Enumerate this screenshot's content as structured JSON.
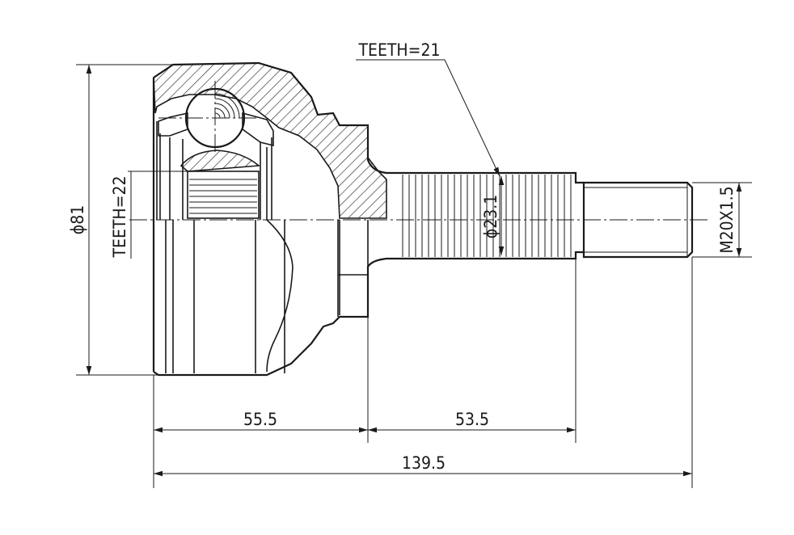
{
  "labels": {
    "teeth_spline": "TEETH=21",
    "teeth_inner": "TEETH=22",
    "outer_diameter": "ϕ81",
    "spline_diameter": "ϕ23.1",
    "thread": "M20X1.5",
    "length_body": "55.5",
    "length_shaft": "53.5",
    "length_total": "139.5"
  },
  "colors": {
    "line": "#1a1a1a",
    "background": "#ffffff"
  }
}
